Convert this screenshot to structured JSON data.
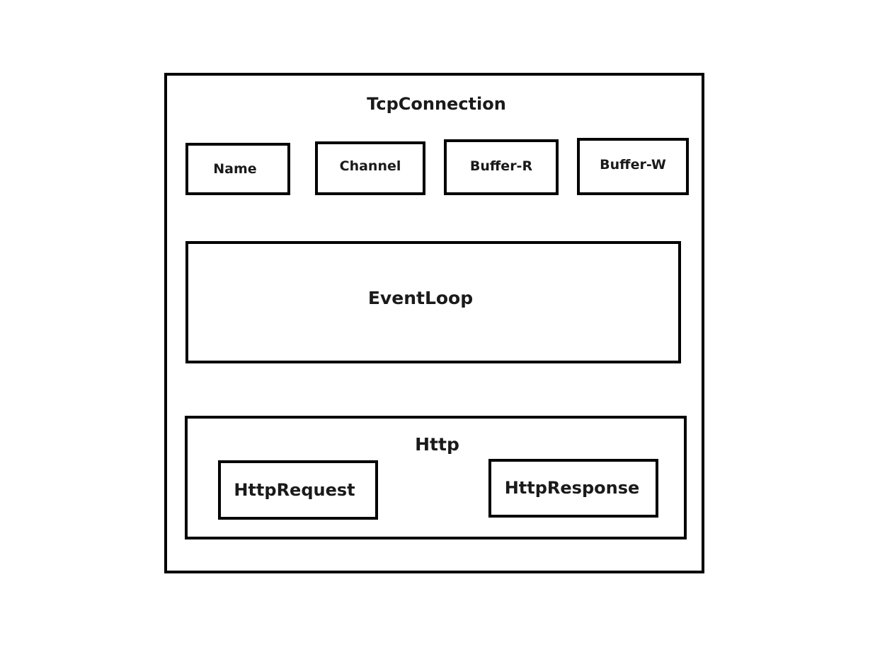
{
  "diagram": {
    "outer": {
      "title": "TcpConnection"
    },
    "members": [
      {
        "label": "Name"
      },
      {
        "label": "Channel"
      },
      {
        "label": "Buffer-R"
      },
      {
        "label": "Buffer-W"
      }
    ],
    "event_loop": {
      "label": "EventLoop"
    },
    "http": {
      "title": "Http",
      "request": {
        "label": "HttpRequest"
      },
      "response": {
        "label": "HttpResponse"
      }
    }
  }
}
